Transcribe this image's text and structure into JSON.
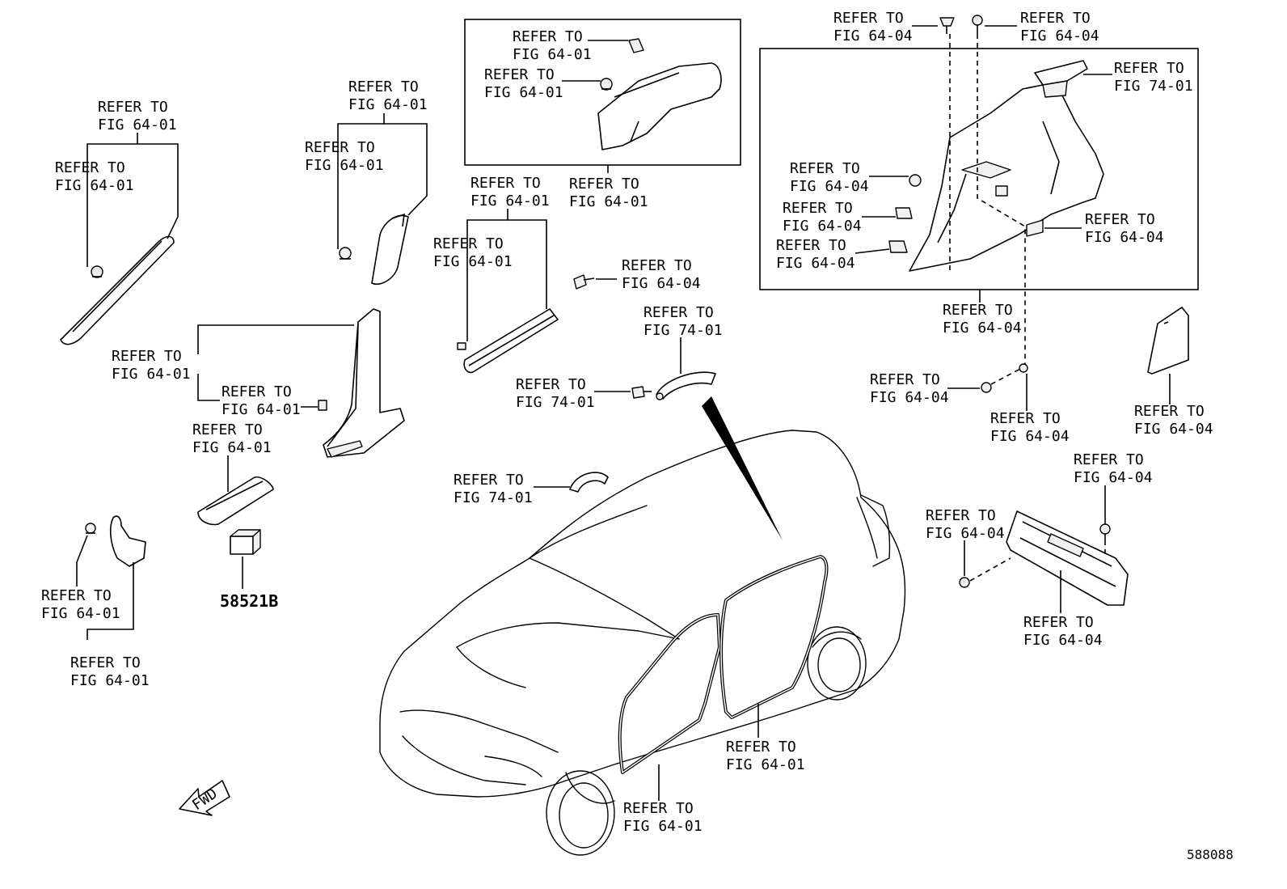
{
  "labels": {
    "refer_to": "REFER TO",
    "fig_6401": "FIG 64-01",
    "fig_6404": "FIG 64-04",
    "fig_7401": "FIG 74-01"
  },
  "part_number": "58521B",
  "direction_label": "FWD",
  "diagram_id": "588088"
}
